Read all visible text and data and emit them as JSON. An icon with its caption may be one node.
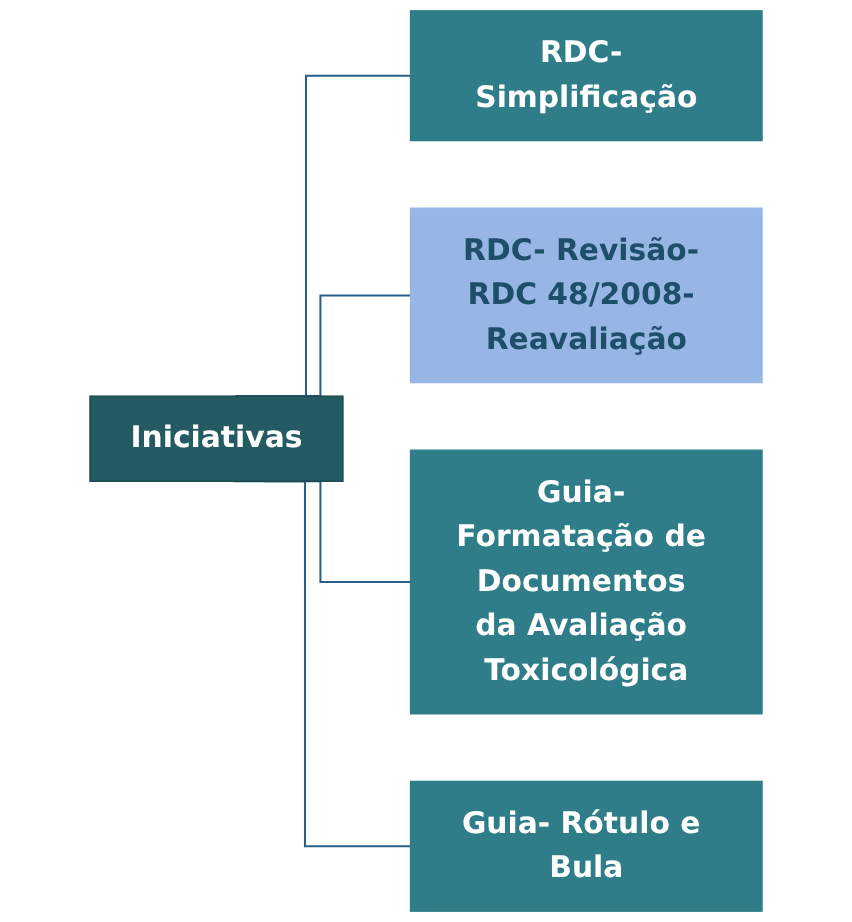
{
  "diagram": {
    "nodes": [
      {
        "text": [
          "Iniciativas"
        ]
      },
      {
        "text": [
          "RDC- Simplificação"
        ]
      },
      {
        "text": [
          "RDC- Revisão- RDC 48/2008- Reavaliação"
        ]
      },
      {
        "text": [
          "Guia- Formatação de Documentos da Avaliação Toxicológica"
        ]
      },
      {
        "text": [
          "Guia- Rótulo e Bula"
        ]
      }
    ],
    "edges": [
      {
        "from": 0,
        "to": 1,
        "arrow": "none"
      },
      {
        "from": 0,
        "to": 2,
        "arrow": "none"
      },
      {
        "from": 0,
        "to": 3,
        "arrow": "none"
      },
      {
        "from": 0,
        "to": 4,
        "arrow": "none"
      }
    ]
  }
}
